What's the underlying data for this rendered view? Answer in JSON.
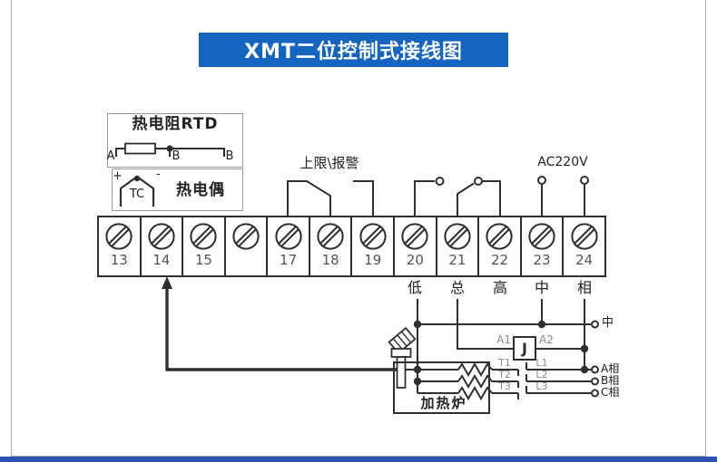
{
  "title": {
    "text": "XMT二位控制式接线图"
  },
  "sensor_rtd": {
    "title": "热电阻RTD",
    "lead_a": "A",
    "lead_b1": "B",
    "lead_b2": "B"
  },
  "sensor_tc": {
    "plus": "+",
    "minus": "-",
    "core": "TC",
    "title": "热电偶"
  },
  "alarm_label": "上限\\报警",
  "power_label": "AC220V",
  "terminals": [
    "13",
    "14",
    "15",
    "",
    "17",
    "18",
    "19",
    "20",
    "21",
    "22",
    "23",
    "24"
  ],
  "bus_labels": {
    "low": "低",
    "common": "总",
    "high": "高",
    "neutral": "中",
    "phase": "相"
  },
  "relay": {
    "name": "J",
    "coil_a1": "A1",
    "coil_a2": "A2"
  },
  "contact_rows": [
    {
      "t": "T1",
      "l": "L1",
      "out": "A相"
    },
    {
      "t": "T2",
      "l": "L2",
      "out": "B相"
    },
    {
      "t": "T3",
      "l": "L3",
      "out": "C相"
    }
  ],
  "neutral_out": "中",
  "furnace_label": "加热炉",
  "colors": {
    "title_bg": "#1565c0",
    "line": "#2f2f2f",
    "muted_label": "#8a8a8a",
    "footer_bar": "#2b52b0"
  }
}
